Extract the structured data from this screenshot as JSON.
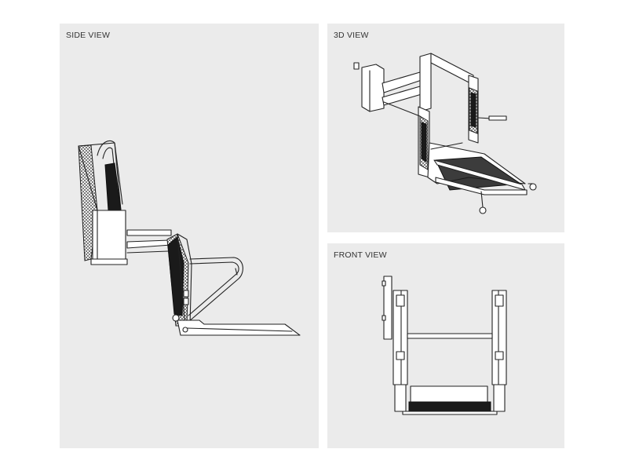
{
  "panels": {
    "side_view": {
      "label": "SIDE VIEW"
    },
    "view_3d": {
      "label": "3D VIEW"
    },
    "front_view": {
      "label": "FRONT VIEW"
    }
  },
  "colors": {
    "page_background": "#ffffff",
    "panel_background": "#ebebeb",
    "line": "#222222",
    "fill_dark": "#1a1a1a"
  }
}
